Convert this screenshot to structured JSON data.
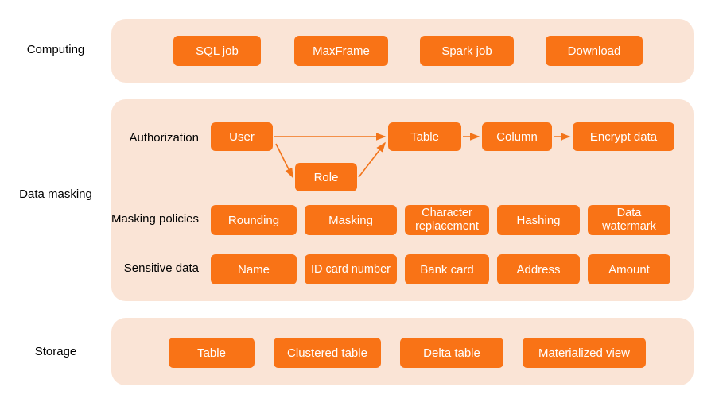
{
  "theme": {
    "page_background": "#FFFFFF",
    "panel_background": "#FAE4D6",
    "chip_background": "#F97316",
    "chip_text": "#FFFFFF",
    "label_text": "#000000",
    "arrow_color": "#F2741A"
  },
  "sections": [
    {
      "id": "computing",
      "label": "Computing",
      "chips": [
        "SQL job",
        "MaxFrame",
        "Spark job",
        "Download"
      ]
    },
    {
      "id": "data-masking",
      "label": "Data masking",
      "rows": [
        {
          "id": "authorization",
          "label": "Authorization",
          "chips": [
            "User",
            "Role",
            "Table",
            "Column",
            "Encrypt data"
          ],
          "flow": [
            {
              "from": "User",
              "to": "Table"
            },
            {
              "from": "User",
              "to": "Role"
            },
            {
              "from": "Role",
              "to": "Table"
            },
            {
              "from": "Table",
              "to": "Column"
            },
            {
              "from": "Column",
              "to": "Encrypt data"
            }
          ]
        },
        {
          "id": "masking-policies",
          "label": "Masking policies",
          "chips": [
            "Rounding",
            "Masking",
            "Character replacement",
            "Hashing",
            "Data watermark"
          ]
        },
        {
          "id": "sensitive-data",
          "label": "Sensitive data",
          "chips": [
            "Name",
            "ID card number",
            "Bank card",
            "Address",
            "Amount"
          ]
        }
      ]
    },
    {
      "id": "storage",
      "label": "Storage",
      "chips": [
        "Table",
        "Clustered table",
        "Delta table",
        "Materialized view"
      ]
    }
  ]
}
